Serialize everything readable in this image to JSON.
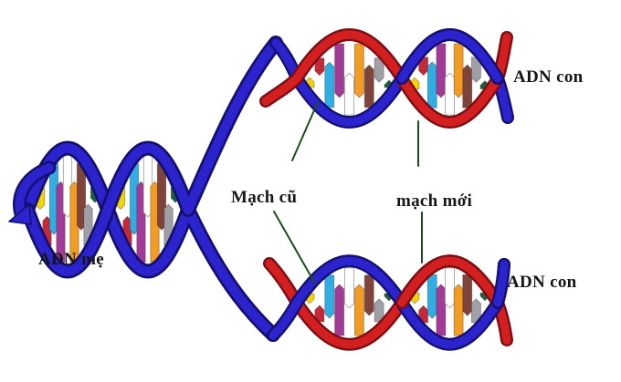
{
  "diagram": {
    "labels": {
      "parent": "ADN mẹ",
      "daughter_top": "ADN con",
      "daughter_bottom": "ADN con",
      "old_strand": "Mạch cũ",
      "new_strand": "mạch mới"
    },
    "colors": {
      "old_strand_blue": "#2B24CE",
      "old_strand_blue_dark": "#131070",
      "new_strand_red": "#D31F1F",
      "new_strand_red_dark": "#7A0E12",
      "annotation_line": "#1B4D1B",
      "label_text": "#161616",
      "background": "#FFFFFF",
      "bases": {
        "yellow": "#F5D500",
        "cyan": "#2FAEE3",
        "brown": "#7E443A",
        "red": "#C52837",
        "magenta": "#A23A97",
        "orange": "#F29C22",
        "gray": "#9FA0A6",
        "green": "#176239",
        "white": "#FFFFFF"
      }
    },
    "base_pattern": [
      {
        "row": "top",
        "color": "yellow",
        "len": 0.45
      },
      {
        "row": "bottom",
        "color": "red",
        "len": 0.38
      },
      {
        "row": "top",
        "color": "cyan",
        "len": 0.75
      },
      {
        "row": "bottom",
        "color": "magenta",
        "len": 0.75
      },
      {
        "row": "top",
        "color": "white",
        "len": 0.55
      },
      {
        "row": "bottom",
        "color": "orange",
        "len": 0.75
      },
      {
        "row": "top",
        "color": "brown",
        "len": 0.7
      },
      {
        "row": "bottom",
        "color": "gray",
        "len": 0.55
      },
      {
        "row": "top",
        "color": "green",
        "len": 0.3
      }
    ]
  }
}
